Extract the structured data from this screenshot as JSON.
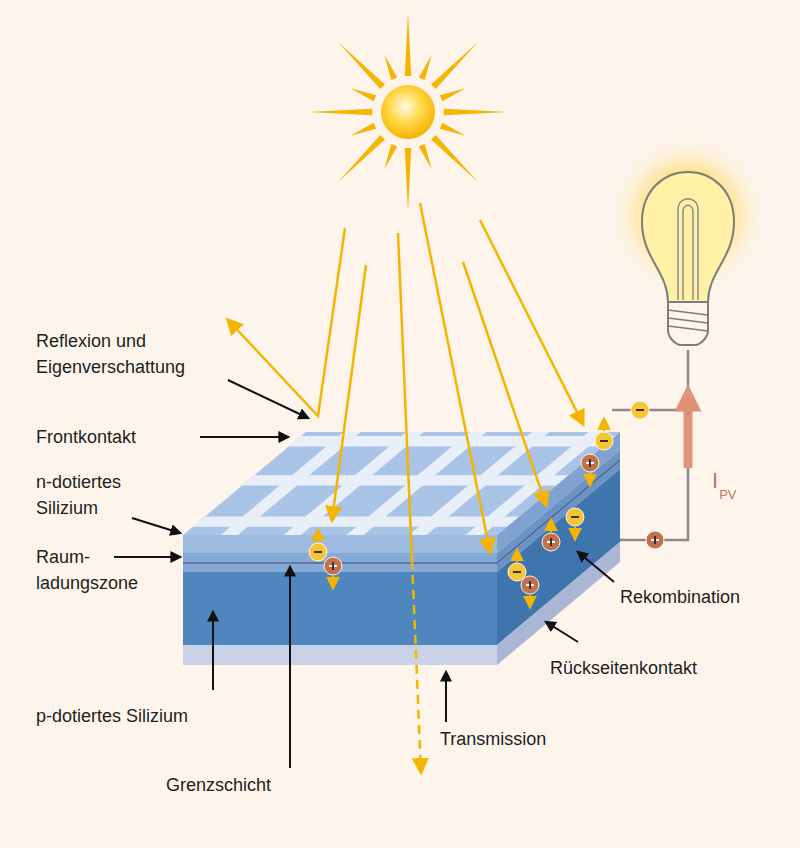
{
  "diagram": {
    "labels": [
      "Reflexion und Eigenverschattung",
      "Frontkontakt",
      "n-dotiertes Silizium",
      "Raum- ladungszone",
      "p-dotiertes Silizium",
      "Grenzschicht",
      "Transmission",
      "Rückseitenkontakt",
      "Rekombination",
      "I",
      "PV"
    ]
  }
}
